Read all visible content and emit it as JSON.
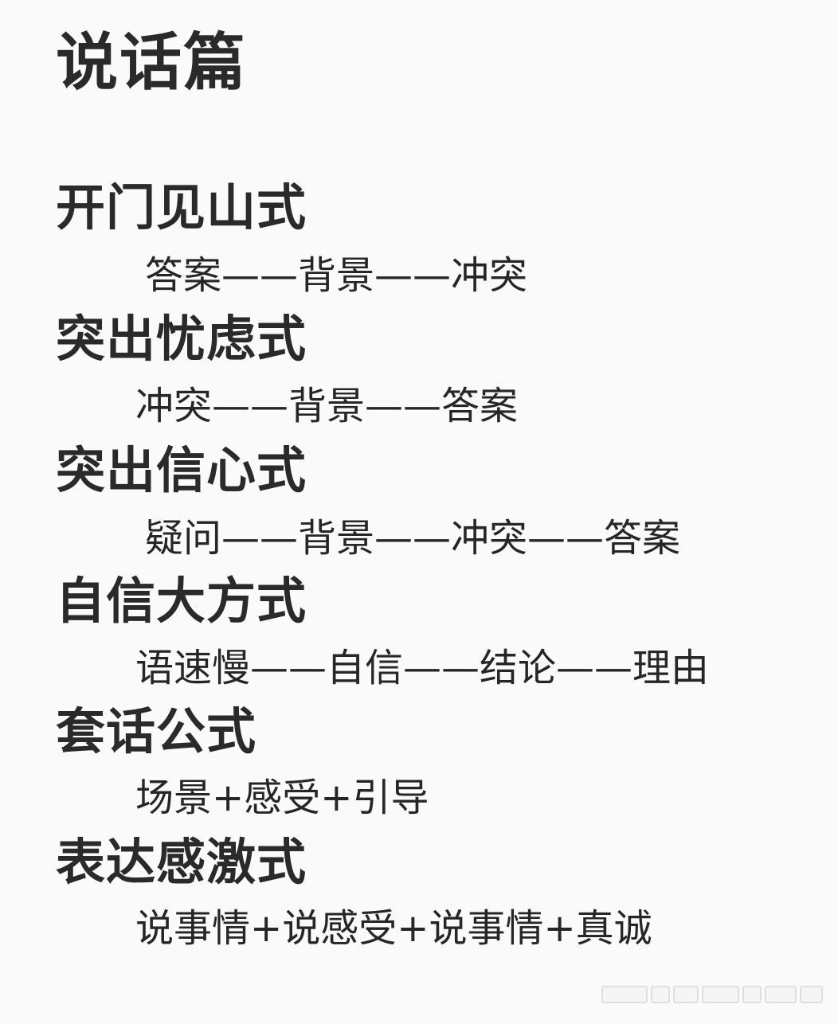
{
  "document": {
    "title": "说话篇",
    "sections": [
      {
        "heading": "开门见山式",
        "formula": "答案——背景——冲突"
      },
      {
        "heading": "突出忧虑式",
        "formula": "冲突——背景——答案"
      },
      {
        "heading": "突出信心式",
        "formula": "疑问——背景——冲突——答案"
      },
      {
        "heading": "自信大方式",
        "formula": "语速慢——自信——结论——理由"
      },
      {
        "heading": "套话公式",
        "formula": "场景+感受+引导"
      },
      {
        "heading": "表达感激式",
        "formula": "说事情+说感受+说事情+真诚"
      }
    ]
  }
}
